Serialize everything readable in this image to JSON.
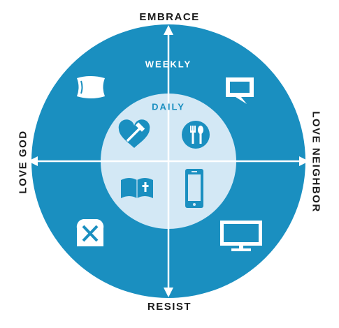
{
  "axes": {
    "top": "EMBRACE",
    "bottom": "RESIST",
    "left": "LOVE GOD",
    "right": "LOVE NEIGHBOR"
  },
  "rings": {
    "outer": "WEEKLY",
    "inner": "DAILY"
  },
  "icons": [
    {
      "name": "pillow-icon",
      "ring": "outer",
      "quadrant": "embrace-love-god"
    },
    {
      "name": "chat-bubble-icon",
      "ring": "outer",
      "quadrant": "embrace-love-neighbor"
    },
    {
      "name": "no-bread-icon",
      "ring": "outer",
      "quadrant": "resist-love-god"
    },
    {
      "name": "television-icon",
      "ring": "outer",
      "quadrant": "resist-love-neighbor"
    },
    {
      "name": "heart-hammer-icon",
      "ring": "inner",
      "quadrant": "embrace-love-god"
    },
    {
      "name": "fork-spoon-icon",
      "ring": "inner",
      "quadrant": "embrace-love-neighbor"
    },
    {
      "name": "bible-icon",
      "ring": "inner",
      "quadrant": "resist-love-god"
    },
    {
      "name": "smartphone-icon",
      "ring": "inner",
      "quadrant": "resist-love-neighbor"
    }
  ],
  "colors": {
    "outer_circle": "#1a8fc0",
    "inner_circle": "#d3e8f5",
    "axis_lines": "#ffffff",
    "label_text": "#1b1b1b"
  }
}
